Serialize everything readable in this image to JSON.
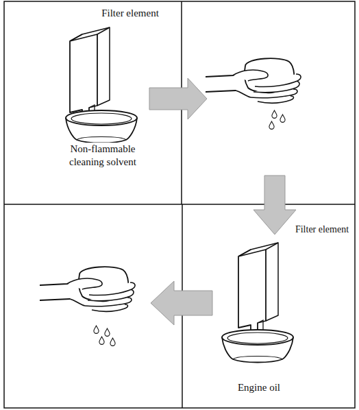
{
  "diagram": {
    "labels": [
      "Filter element",
      "Non-flammable cleaning solvent",
      "Filter element",
      "Engine oil"
    ]
  }
}
